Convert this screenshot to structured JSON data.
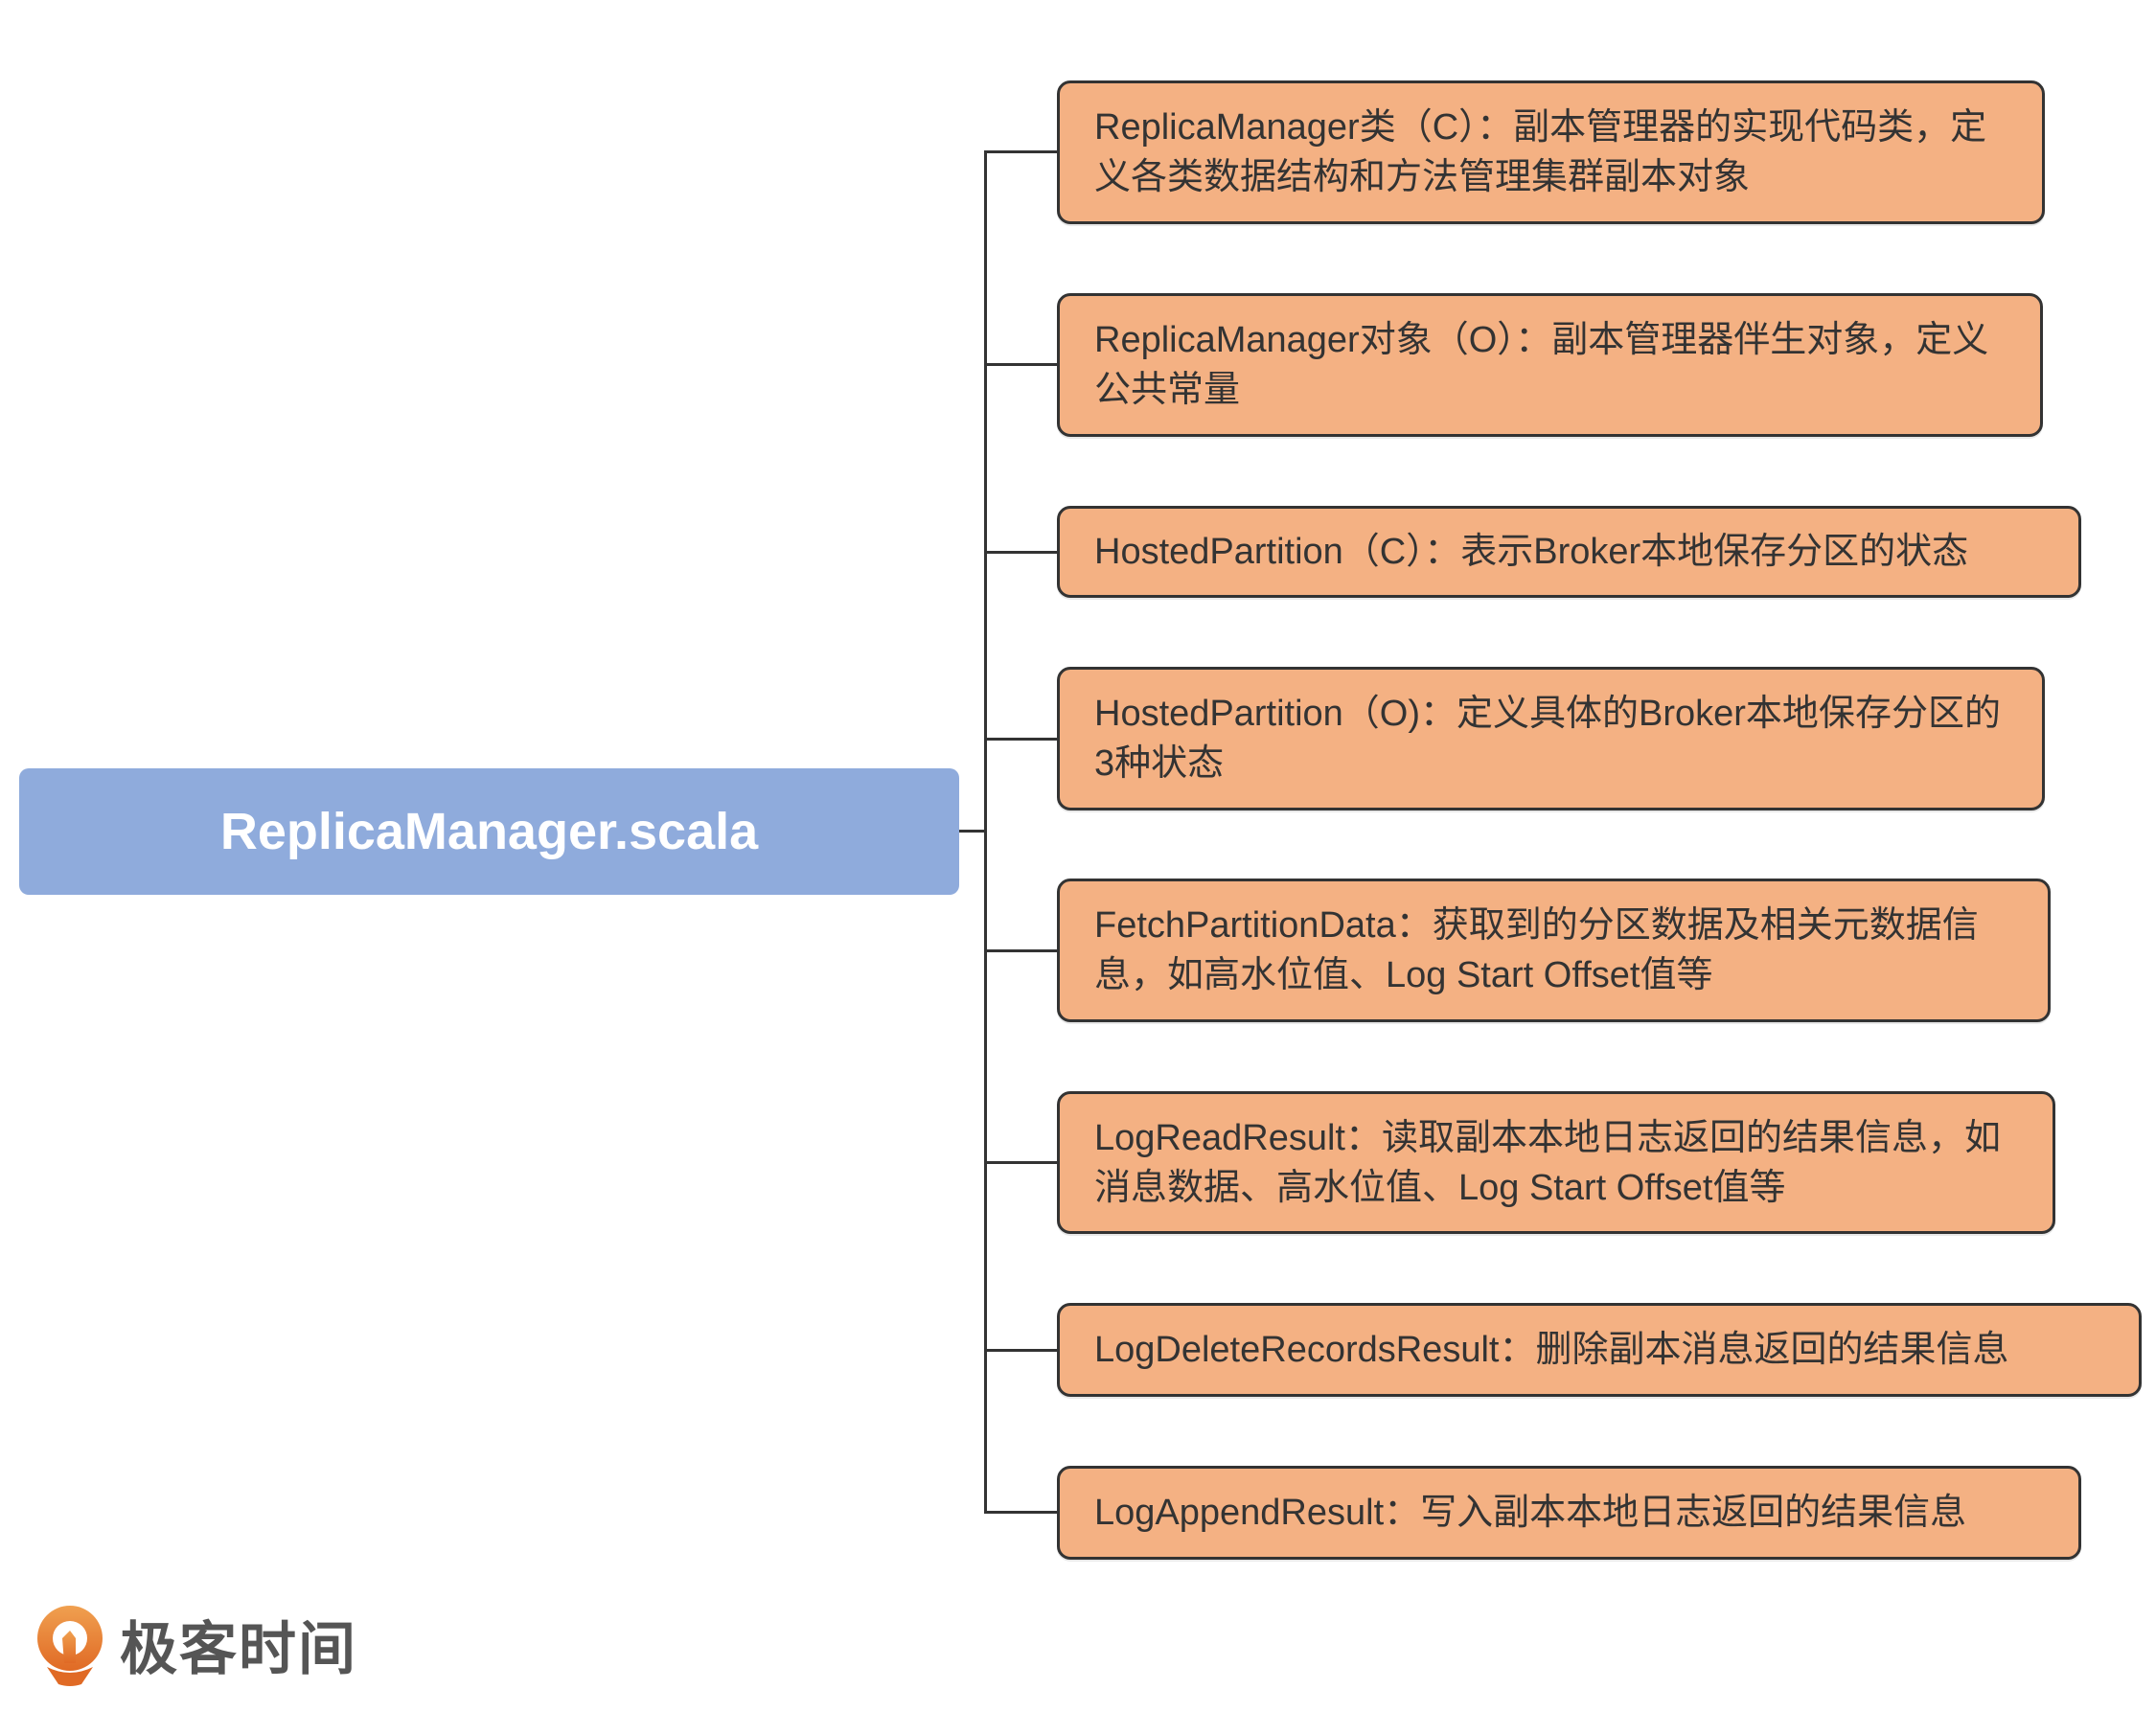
{
  "root": {
    "label": "ReplicaManager.scala",
    "color": "#8fabdc"
  },
  "nodes": [
    {
      "text": "ReplicaManager类（C）：副本管理器的实现代码类，定义各类数据结构和方法管理集群副本对象"
    },
    {
      "text": "ReplicaManager对象（O）：副本管理器伴生对象，定义公共常量"
    },
    {
      "text": "HostedPartition（C）：表示Broker本地保存分区的状态"
    },
    {
      "text": "HostedPartition（O)：定义具体的Broker本地保存分区的3种状态"
    },
    {
      "text": "FetchPartitionData：获取到的分区数据及相关元数据信息，如高水位值、Log Start Offset值等"
    },
    {
      "text": "LogReadResult：读取副本本地日志返回的结果信息，如消息数据、高水位值、Log Start Offset值等"
    },
    {
      "text": "LogDeleteRecordsResult：删除副本消息返回的结果信息"
    },
    {
      "text": "LogAppendResult：写入副本本地日志返回的结果信息"
    }
  ],
  "node_color": "#f4b183",
  "logo": {
    "text": "极客时间",
    "color": "#e8772e"
  }
}
